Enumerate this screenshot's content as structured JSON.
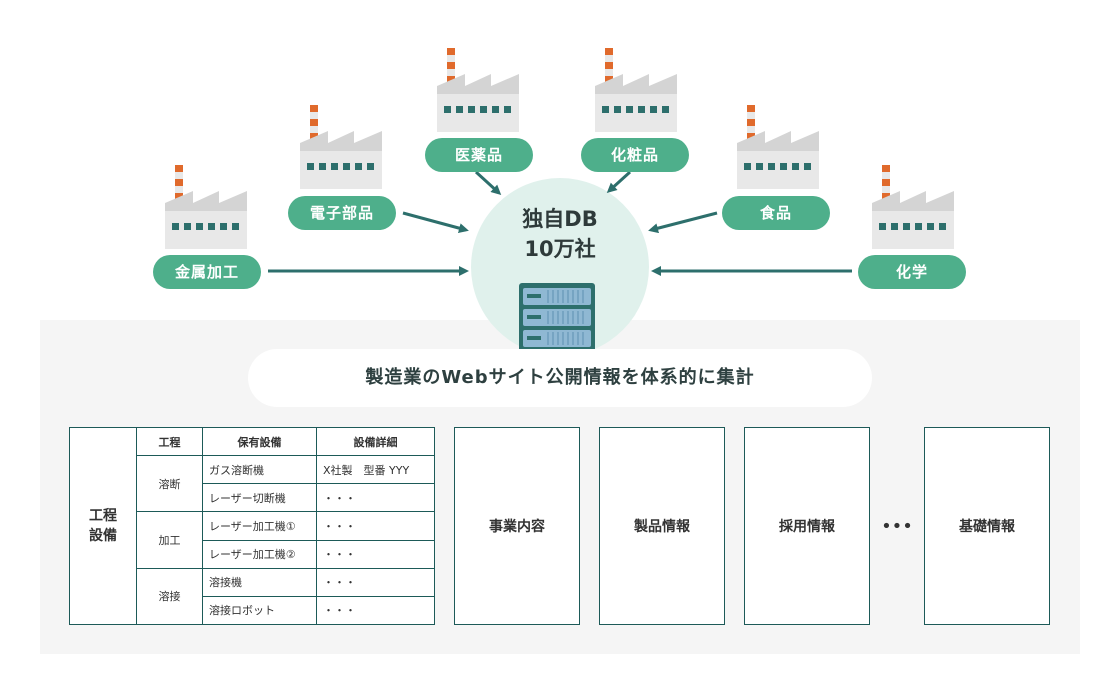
{
  "hub": {
    "line1": "独自DB",
    "line2": "10万社"
  },
  "industries": {
    "metal": "金属加工",
    "electronics": "電子部品",
    "pharma": "医薬品",
    "cosmetics": "化粧品",
    "food": "食品",
    "chemical": "化学"
  },
  "banner": "製造業のWebサイト公開情報を体系的に集計",
  "equipment_table": {
    "row_header_line1": "工程",
    "row_header_line2": "設備",
    "columns": [
      "工程",
      "保有設備",
      "設備詳細"
    ],
    "groups": [
      {
        "process": "溶断",
        "rows": [
          {
            "equipment": "ガス溶断機",
            "detail": "X社製　型番 YYY"
          },
          {
            "equipment": "レーザー切断機",
            "detail": "・・・"
          }
        ]
      },
      {
        "process": "加工",
        "rows": [
          {
            "equipment": "レーザー加工機①",
            "detail": "・・・"
          },
          {
            "equipment": "レーザー加工機②",
            "detail": "・・・"
          }
        ]
      },
      {
        "process": "溶接",
        "rows": [
          {
            "equipment": "溶接機",
            "detail": "・・・"
          },
          {
            "equipment": "溶接ロボット",
            "detail": "・・・"
          }
        ]
      }
    ]
  },
  "info_boxes": [
    "事業内容",
    "製品情報",
    "採用情報",
    "基礎情報"
  ],
  "ellipsis": "•••",
  "colors": {
    "accent": "#4eaf8b",
    "arrow": "#2d6f6c",
    "border": "#1d5a58",
    "hub": "#e0f1ec"
  }
}
